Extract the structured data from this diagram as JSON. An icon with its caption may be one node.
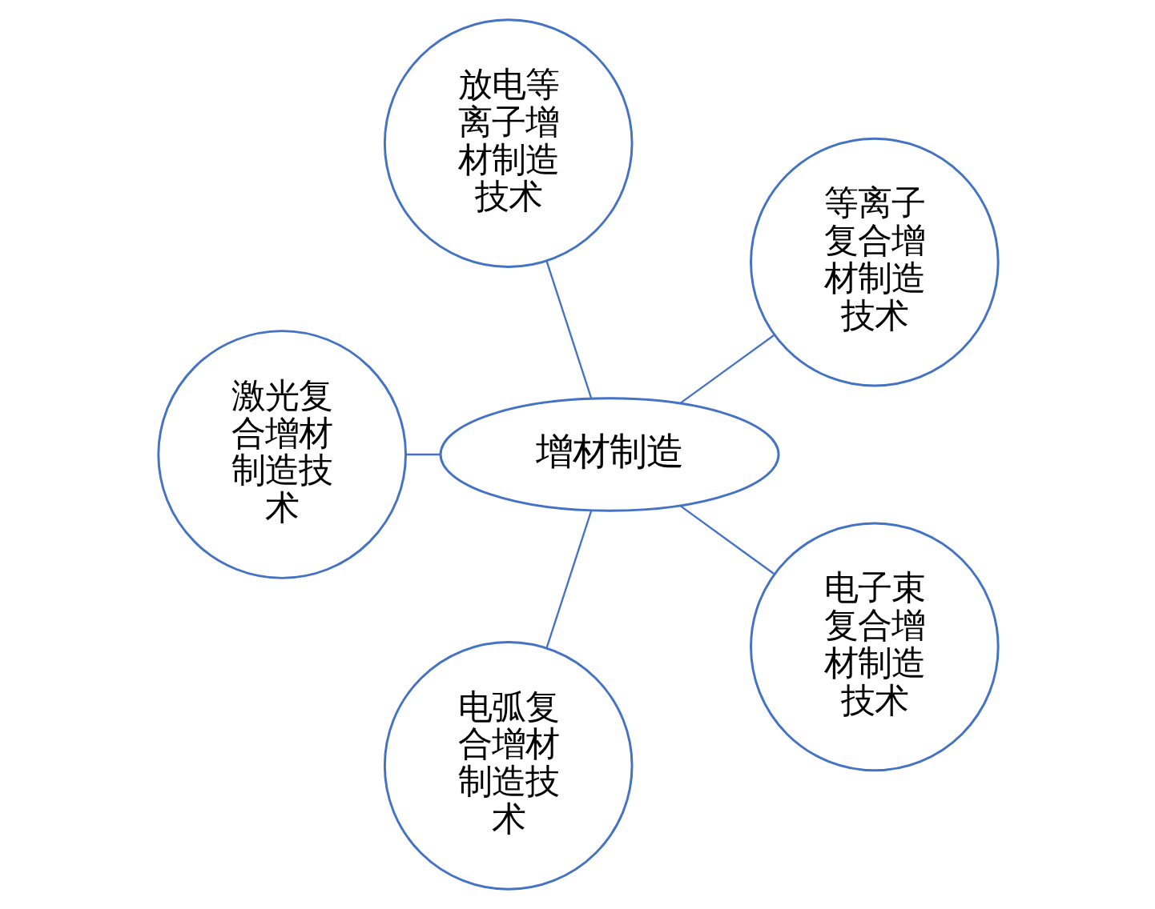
{
  "diagram": {
    "nodes": [
      {
        "text": [
          "等离子复合增材制造技术"
        ]
      },
      {
        "text": [
          "放电等离子增材制造技术"
        ]
      },
      {
        "text": [
          "激光复合增材制造技术"
        ]
      },
      {
        "text": [
          "增材制造"
        ]
      },
      {
        "text": [
          "电弧复合增材制造技术"
        ]
      },
      {
        "text": [
          "电子束复合增材制造技术"
        ]
      }
    ],
    "edges": [
      {
        "from": 3,
        "to": 0,
        "arrow": "none"
      },
      {
        "from": 3,
        "to": 1,
        "arrow": "none"
      },
      {
        "from": 3,
        "to": 2,
        "arrow": "none"
      },
      {
        "from": 3,
        "to": 4,
        "arrow": "none"
      },
      {
        "from": 3,
        "to": 5,
        "arrow": "none"
      }
    ]
  }
}
